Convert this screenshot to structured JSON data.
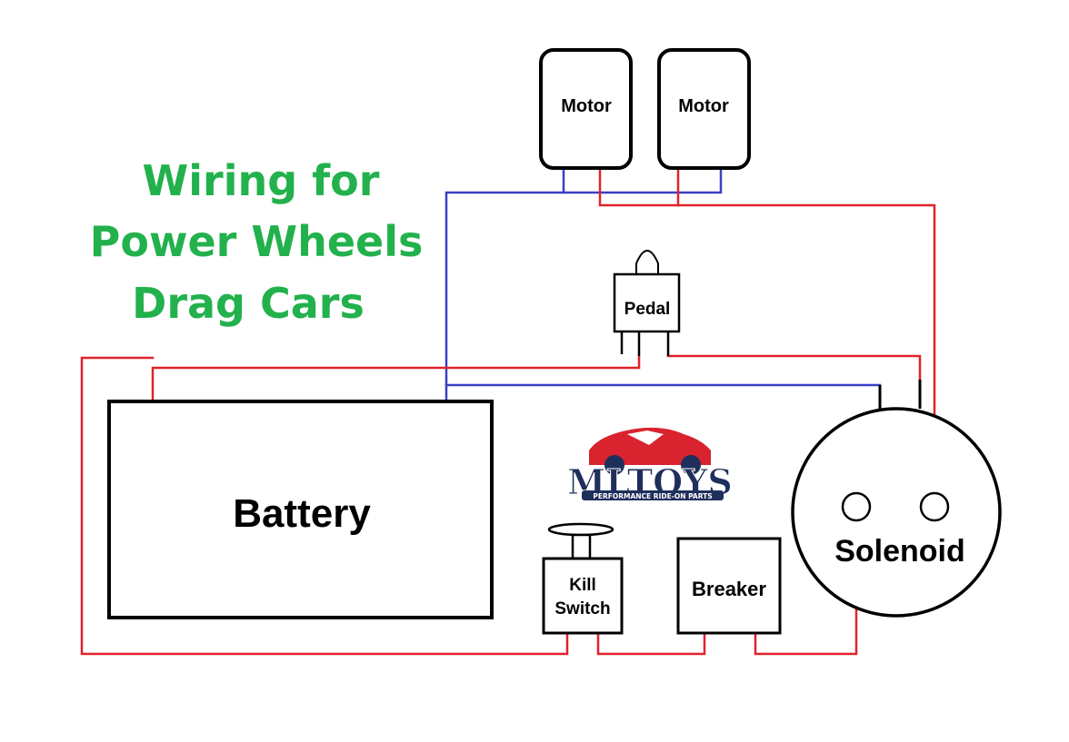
{
  "title": {
    "lines": [
      "Wiring for",
      "Power Wheels",
      "Drag Cars"
    ],
    "color": "#22b14c"
  },
  "components": {
    "motor_1": "Motor",
    "motor_2": "Motor",
    "pedal": "Pedal",
    "battery": "Battery",
    "kill_switch": [
      "Kill",
      "Switch"
    ],
    "breaker": "Breaker",
    "solenoid": "Solenoid"
  },
  "logo": {
    "brand": "MLTOYS",
    "tagline": "PERFORMANCE RIDE-ON PARTS",
    "colors": {
      "navy": "#1f2f5c",
      "red": "#d9232e"
    }
  },
  "wire_colors": {
    "positive": "#e0222b",
    "negative": "#3a3fc4"
  }
}
